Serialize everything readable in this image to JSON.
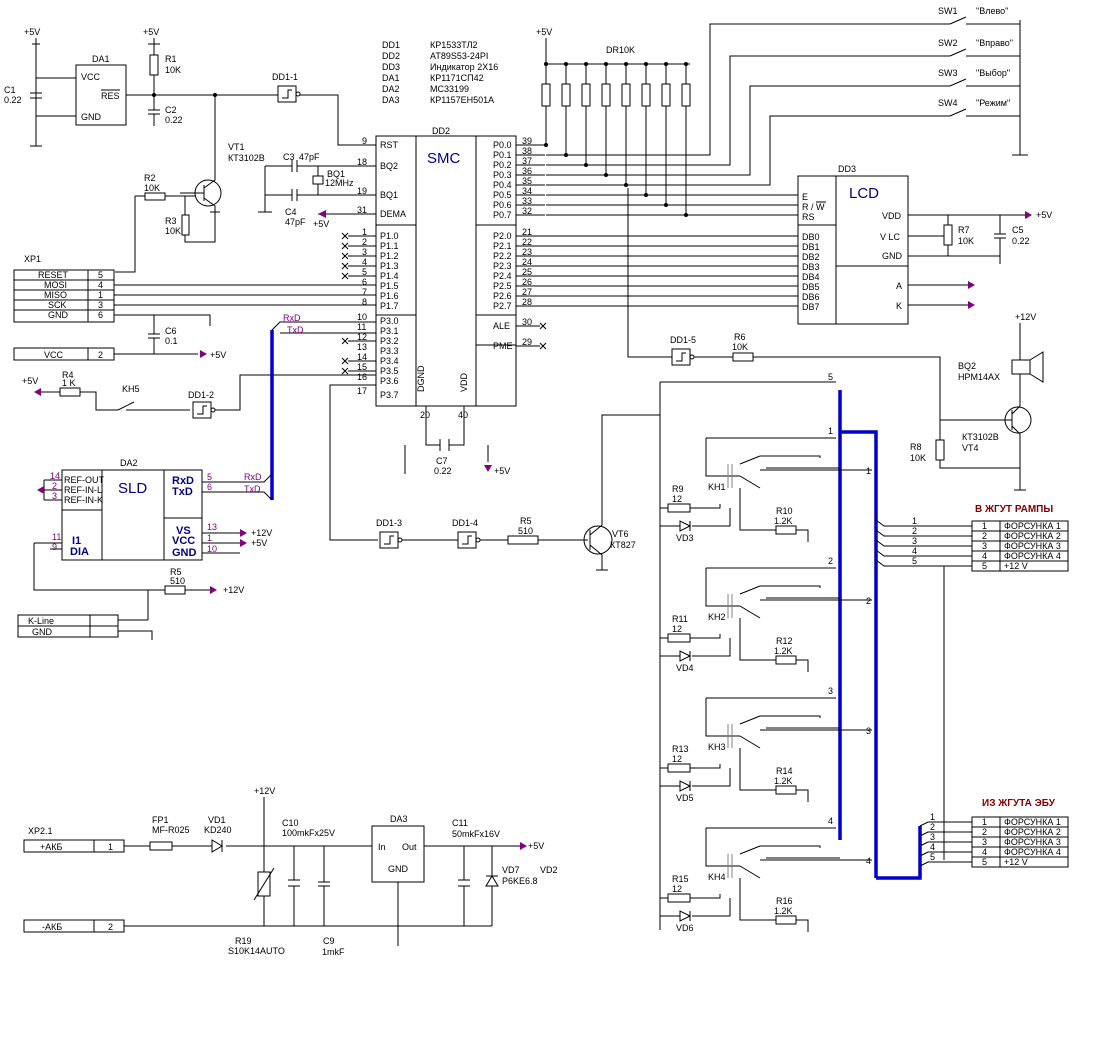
{
  "parts_list": [
    {
      "ref": "DD1",
      "part": "КР1533ТЛ2"
    },
    {
      "ref": "DD2",
      "part": "AT89S53-24PI"
    },
    {
      "ref": "DD3",
      "part": "Индикатор 2X16"
    },
    {
      "ref": "DA1",
      "part": "КР1171СП42"
    },
    {
      "ref": "DA2",
      "part": "MC33199"
    },
    {
      "ref": "DA3",
      "part": "КР1157ЕН501А"
    }
  ],
  "power": {
    "p5": "+5V",
    "p12": "+12V"
  },
  "da1": {
    "ref": "DA1",
    "vcc": "VCC",
    "res": "RES",
    "gnd": "GND"
  },
  "c1": {
    "ref": "C1",
    "value": "0.22"
  },
  "r1": {
    "ref": "R1",
    "value": "10K"
  },
  "c2": {
    "ref": "C2",
    "value": "0.22"
  },
  "dd1_1": "DD1-1",
  "vt1": {
    "ref": "VT1",
    "part": "КТ3102В"
  },
  "r2": {
    "ref": "R2",
    "value": "10K"
  },
  "r3": {
    "ref": "R3",
    "value": "10K"
  },
  "c3": {
    "ref": "C3",
    "value": "47pF"
  },
  "c4": {
    "ref": "C4",
    "value": "47pF"
  },
  "bq1": {
    "ref": "BQ1",
    "value": "12MHz"
  },
  "dd2": {
    "ref": "DD2",
    "title": "SMC",
    "left_pins": [
      {
        "num": "9",
        "name": "RST"
      },
      {
        "num": "18",
        "name": "BQ2"
      },
      {
        "num": "19",
        "name": "BQ1"
      },
      {
        "num": "31",
        "name": "DEMA"
      },
      {
        "num": "1",
        "name": "P1.0"
      },
      {
        "num": "2",
        "name": "P1.1"
      },
      {
        "num": "3",
        "name": "P1.2"
      },
      {
        "num": "4",
        "name": "P1.3"
      },
      {
        "num": "5",
        "name": "P1.4"
      },
      {
        "num": "6",
        "name": "P1.5"
      },
      {
        "num": "7",
        "name": "P1.6"
      },
      {
        "num": "8",
        "name": "P1.7"
      },
      {
        "num": "10",
        "name": "P3.0"
      },
      {
        "num": "11",
        "name": "P3.1"
      },
      {
        "num": "12",
        "name": "P3.2"
      },
      {
        "num": "13",
        "name": "P3.3"
      },
      {
        "num": "14",
        "name": "P3.4"
      },
      {
        "num": "15",
        "name": "P3.5"
      },
      {
        "num": "16",
        "name": "P3.6"
      },
      {
        "num": "17",
        "name": "P3.7"
      }
    ],
    "right_pins": [
      {
        "num": "39",
        "name": "P0.0"
      },
      {
        "num": "38",
        "name": "P0.1"
      },
      {
        "num": "37",
        "name": "P0.2"
      },
      {
        "num": "36",
        "name": "P0.3"
      },
      {
        "num": "35",
        "name": "P0.4"
      },
      {
        "num": "34",
        "name": "P0.5"
      },
      {
        "num": "33",
        "name": "P0.6"
      },
      {
        "num": "32",
        "name": "P0.7"
      },
      {
        "num": "21",
        "name": "P2.0"
      },
      {
        "num": "22",
        "name": "P2.1"
      },
      {
        "num": "23",
        "name": "P2.2"
      },
      {
        "num": "24",
        "name": "P2.3"
      },
      {
        "num": "25",
        "name": "P2.4"
      },
      {
        "num": "26",
        "name": "P2.5"
      },
      {
        "num": "27",
        "name": "P2.6"
      },
      {
        "num": "28",
        "name": "P2.7"
      },
      {
        "num": "30",
        "name": "ALE"
      },
      {
        "num": "29",
        "name": "PME"
      }
    ],
    "dgnd": "DGND",
    "vdd": "VDD",
    "pin20": "20",
    "pin40": "40"
  },
  "rxd": "RxD",
  "txd": "TxD",
  "dr10k": "DR10K",
  "switches": [
    {
      "ref": "SW1",
      "label": "\"Влево\""
    },
    {
      "ref": "SW2",
      "label": "\"Вправо\""
    },
    {
      "ref": "SW3",
      "label": "\"Выбор\""
    },
    {
      "ref": "SW4",
      "label": "\"Режим\""
    }
  ],
  "dd3": {
    "ref": "DD3",
    "title": "LCD",
    "left": [
      "E",
      "R / W",
      "RS",
      "DB0",
      "DB1",
      "DB2",
      "DB3",
      "DB4",
      "DB5",
      "DB6",
      "DB7"
    ],
    "right": [
      "VDD",
      "V LC",
      "GND",
      "A",
      "K"
    ]
  },
  "r7": {
    "ref": "R7",
    "value": "10K"
  },
  "c5": {
    "ref": "C5",
    "value": "0.22"
  },
  "xp1": {
    "ref": "XP1",
    "rows": [
      {
        "name": "RESET",
        "num": "5"
      },
      {
        "name": "MOSI",
        "num": "4"
      },
      {
        "name": "MISO",
        "num": "1"
      },
      {
        "name": "SCK",
        "num": "3"
      },
      {
        "name": "GND",
        "num": "6"
      }
    ],
    "vcc_name": "VCC",
    "vcc_num": "2"
  },
  "c6": {
    "ref": "C6",
    "value": "0.1"
  },
  "r4": {
    "ref": "R4",
    "value": "1 K"
  },
  "kh5": "KH5",
  "dd1_2": "DD1-2",
  "da2": {
    "ref": "DA2",
    "title": "SLD",
    "left": [
      {
        "num": "14",
        "name": "REF-OUT"
      },
      {
        "num": "2",
        "name": "REF-IN-L"
      },
      {
        "num": "3",
        "name": "REF-IN-K"
      }
    ],
    "left2": [
      {
        "num": "11",
        "name": "I1"
      },
      {
        "num": "9",
        "name": "DIA"
      }
    ],
    "right": [
      {
        "num": "5",
        "name": "RxD"
      },
      {
        "num": "6",
        "name": "TxD"
      }
    ],
    "right2": [
      {
        "num": "13",
        "name": "VS"
      },
      {
        "num": "1",
        "name": "VCC"
      },
      {
        "num": "10",
        "name": "GND"
      }
    ]
  },
  "r5a": {
    "ref": "R5",
    "value": "510"
  },
  "kline": {
    "k": "K-Line",
    "gnd": "GND"
  },
  "dd1_3": "DD1-3",
  "dd1_4": "DD1-4",
  "r5b": {
    "ref": "R5",
    "value": "510"
  },
  "vt6": {
    "ref": "VT6",
    "part": "КТ827"
  },
  "dd1_5": "DD1-5",
  "r6": {
    "ref": "R6",
    "value": "10K"
  },
  "bq2": {
    "ref": "BQ2",
    "part": "HPM14AX"
  },
  "r8": {
    "ref": "R8",
    "value": "10K"
  },
  "vt4": {
    "ref": "КТ3102В",
    "part": "VT4"
  },
  "channels": [
    {
      "kh": "KH1",
      "r_led": "R9",
      "r_led_v": "12",
      "vd": "VD3",
      "r": "R10",
      "r_v": "1.2K"
    },
    {
      "kh": "KH2",
      "r_led": "R11",
      "r_led_v": "12",
      "vd": "VD4",
      "r": "R12",
      "r_v": "1.2K"
    },
    {
      "kh": "KH3",
      "r_led": "R13",
      "r_led_v": "12",
      "vd": "VD5",
      "r": "R14",
      "r_v": "1.2K"
    },
    {
      "kh": "KH4",
      "r_led": "R15",
      "r_led_v": "12",
      "vd": "VD6",
      "r": "R16",
      "r_v": "1.2K"
    }
  ],
  "bus_nums": [
    "1",
    "2",
    "3",
    "4",
    "5"
  ],
  "ramp": {
    "title": "В ЖГУТ РАМПЫ",
    "rows": [
      {
        "n": "1",
        "t": "ФОРСУНКА 1"
      },
      {
        "n": "2",
        "t": "ФОРСУНКА 2"
      },
      {
        "n": "3",
        "t": "ФОРСУНКА 3"
      },
      {
        "n": "4",
        "t": "ФОРСУНКА 4"
      },
      {
        "n": "5",
        "t": "+12 V"
      }
    ]
  },
  "ecu": {
    "title": "ИЗ ЖГУТА ЭБУ",
    "rows": [
      {
        "n": "1",
        "t": "ФОРСУНКА 1"
      },
      {
        "n": "2",
        "t": "ФОРСУНКА 2"
      },
      {
        "n": "3",
        "t": "ФОРСУНКА 3"
      },
      {
        "n": "4",
        "t": "ФОРСУНКА 4"
      },
      {
        "n": "5",
        "t": "+12 V"
      }
    ]
  },
  "xp2": {
    "ref": "XP2.1",
    "pos": "+АКБ",
    "pos_n": "1",
    "neg": "-АКБ",
    "neg_n": "2"
  },
  "fp1": {
    "ref": "FP1",
    "part": "MF-R025"
  },
  "vd1": {
    "ref": "VD1",
    "part": "KD240"
  },
  "c10": {
    "ref": "C10",
    "value": "100mkFx25V"
  },
  "da3": {
    "ref": "DA3",
    "in": "In",
    "out": "Out",
    "gnd": "GND"
  },
  "c11": {
    "ref": "C11",
    "value": "50mkFx16V"
  },
  "vd7": {
    "ref": "VD7",
    "part": "P6KE6.8"
  },
  "vd2": "VD2",
  "r19": {
    "ref": "R19",
    "part": "S10K14AUTO"
  },
  "c9": {
    "ref": "C9",
    "value": "1mkF"
  },
  "colors": {
    "bus": "#0000cc",
    "signal": "#800080",
    "header": "#800000",
    "wire": "#000000"
  }
}
